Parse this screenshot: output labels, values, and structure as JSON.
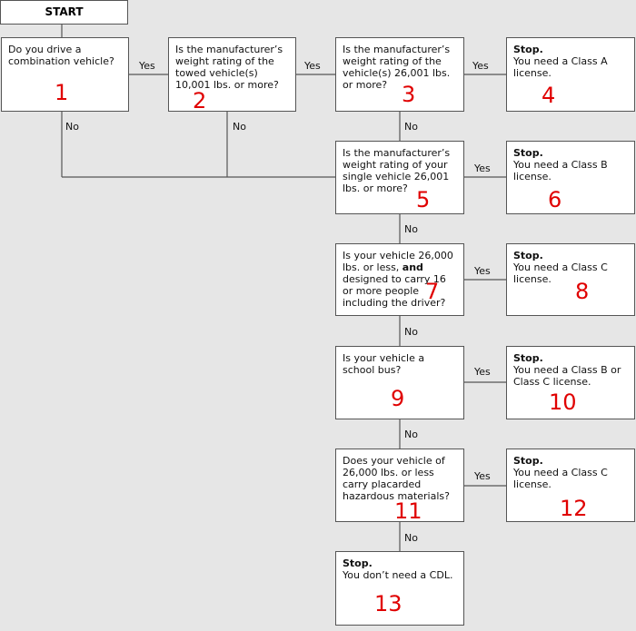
{
  "start": "START",
  "edge_labels": {
    "yes": "Yes",
    "no": "No"
  },
  "nodes": {
    "n1": {
      "text": "Do you drive a\ncombination vehicle?",
      "num": "1"
    },
    "n2": {
      "text": "Is the manufacturer’s\nweight rating of the\ntowed vehicle(s)\n10,001 lbs. or more?",
      "num": "2"
    },
    "n3": {
      "text": "Is the manufacturer’s\nweight rating of the\nvehicle(s) 26,001 lbs.\nor more?",
      "num": "3"
    },
    "n4": {
      "stop": "Stop.",
      "text": "You need a Class A\nlicense.",
      "num": "4"
    },
    "n5": {
      "text": "Is the manufacturer’s\nweight rating of your\nsingle vehicle 26,001\nlbs. or more?",
      "num": "5"
    },
    "n6": {
      "stop": "Stop.",
      "text": "You need a Class B\nlicense.",
      "num": "6"
    },
    "n7": {
      "text_before": "Is your vehicle 26,000\nlbs. or less, ",
      "text_bold": "and",
      "text_after": "\ndesigned to carry 16\nor more people\nincluding the driver?",
      "num": "7"
    },
    "n8": {
      "stop": "Stop.",
      "text": "You need a Class C\nlicense.",
      "num": "8"
    },
    "n9": {
      "text": "Is your vehicle a\nschool bus?",
      "num": "9"
    },
    "n10": {
      "stop": "Stop.",
      "text": "You need a Class B or\nClass C license.",
      "num": "10"
    },
    "n11": {
      "text": "Does your vehicle of\n26,000 lbs. or less\ncarry placarded\nhazardous materials?",
      "num": "11"
    },
    "n12": {
      "stop": "Stop.",
      "text": "You need a Class C\nlicense.",
      "num": "12"
    },
    "n13": {
      "stop": "Stop.",
      "text": "You don’t need a CDL.",
      "num": "13"
    }
  }
}
